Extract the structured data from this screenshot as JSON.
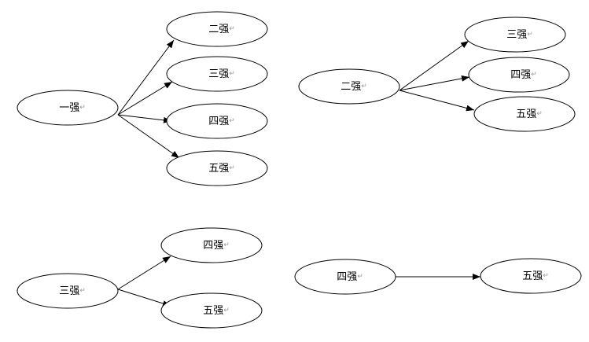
{
  "diagrams": [
    {
      "source": "一强",
      "targets": [
        "二强",
        "三强",
        "四强",
        "五强"
      ]
    },
    {
      "source": "二强",
      "targets": [
        "三强",
        "四强",
        "五强"
      ]
    },
    {
      "source": "三强",
      "targets": [
        "四强",
        "五强"
      ]
    },
    {
      "source": "四强",
      "targets": [
        "五强"
      ]
    }
  ],
  "return_mark": "↵"
}
